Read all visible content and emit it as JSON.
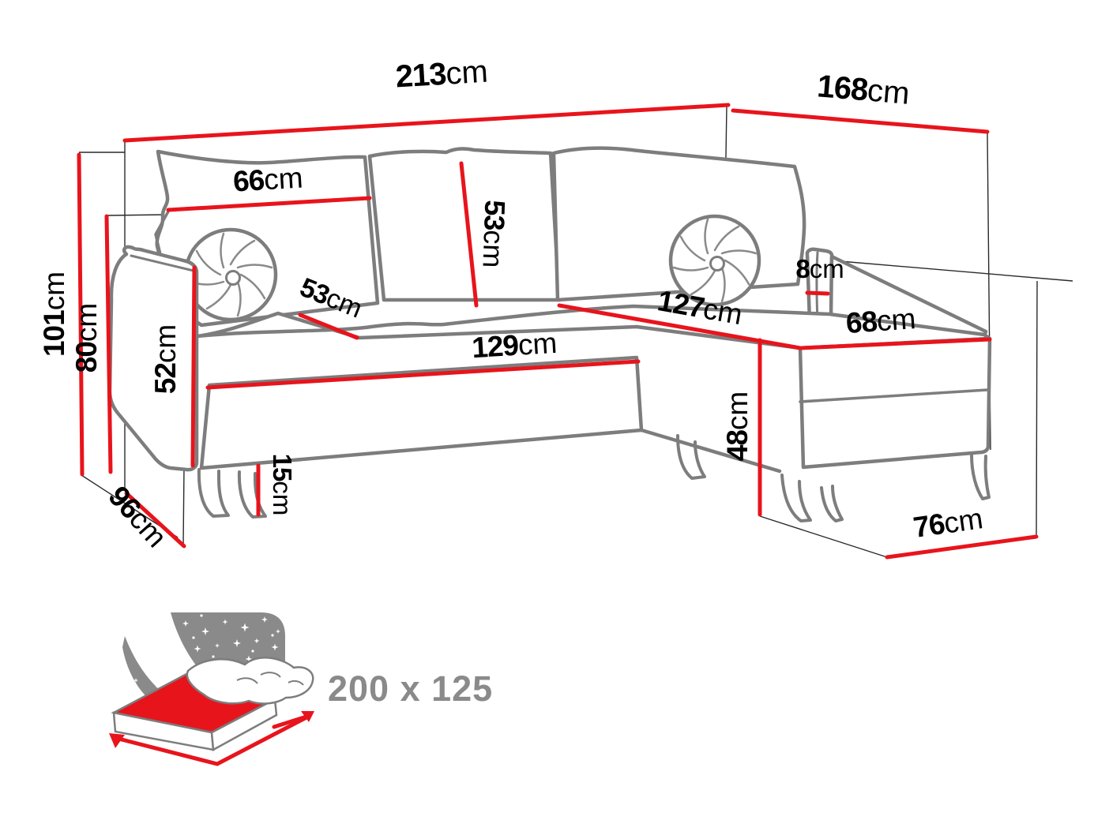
{
  "diagram_type": "corner-sofa-dimension-drawing",
  "colors": {
    "dimension_red": "#e8141c",
    "outline_grey": "#7d7d7d",
    "extension_black": "#2a2a2a",
    "icon_grey": "#8a8a8a"
  },
  "dims": {
    "total_width": {
      "value": "213",
      "unit": "cm"
    },
    "total_depth_right": {
      "value": "168",
      "unit": "cm"
    },
    "backrest_cushion_width": {
      "value": "66",
      "unit": "cm"
    },
    "back_cushion_height": {
      "value": "53",
      "unit": "cm"
    },
    "height_total": {
      "value": "101",
      "unit": "cm"
    },
    "height_backrest": {
      "value": "80",
      "unit": "cm"
    },
    "armrest_height": {
      "value": "52",
      "unit": "cm"
    },
    "seat_depth": {
      "value": "53",
      "unit": "cm"
    },
    "seat_width": {
      "value": "129",
      "unit": "cm"
    },
    "chaise_length": {
      "value": "127",
      "unit": "cm"
    },
    "chaise_width": {
      "value": "68",
      "unit": "cm"
    },
    "side_cushion_thickness": {
      "value": "8",
      "unit": "cm"
    },
    "chaise_height": {
      "value": "48",
      "unit": "cm"
    },
    "leg_height": {
      "value": "15",
      "unit": "cm"
    },
    "depth_left": {
      "value": "96",
      "unit": "cm"
    },
    "chaise_end_width": {
      "value": "76",
      "unit": "cm"
    }
  },
  "sleeping_area": {
    "label": "200 x 125"
  }
}
